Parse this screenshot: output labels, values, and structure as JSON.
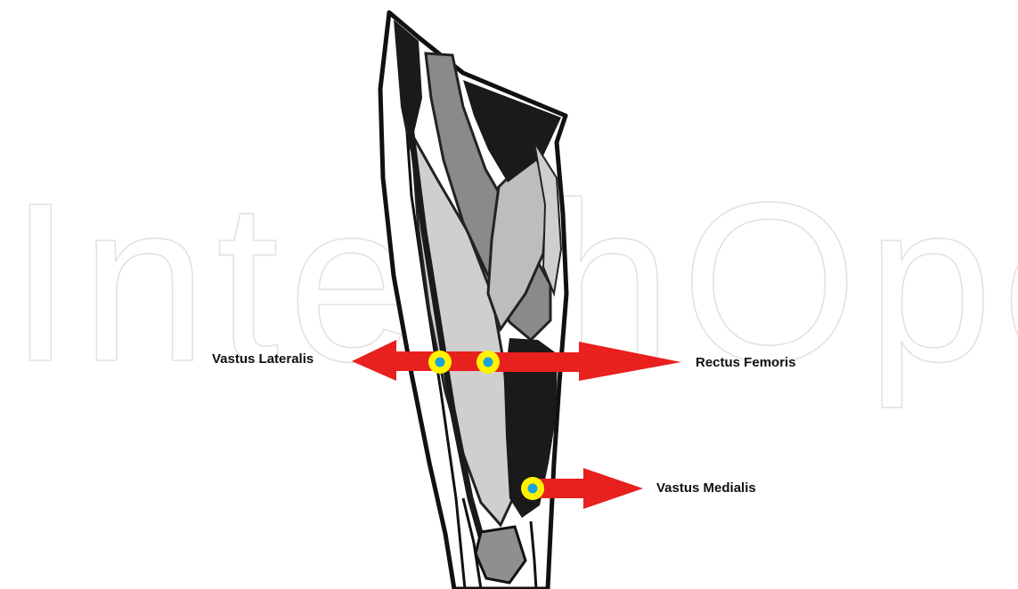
{
  "watermark": {
    "text": "IntechOpen"
  },
  "labels": {
    "vastus_lateralis": "Vastus Lateralis",
    "rectus_femoris": "Rectus Femoris",
    "vastus_medialis": "Vastus Medialis"
  },
  "colors": {
    "arrow": "#e8201e",
    "electrode_ring": "#fff200",
    "electrode_center": "#1aa3d9",
    "outline": "#111111",
    "muscle_light": "#cfcfcf",
    "muscle_mid": "#8a8a8a",
    "muscle_dark": "#1a1a1a"
  }
}
